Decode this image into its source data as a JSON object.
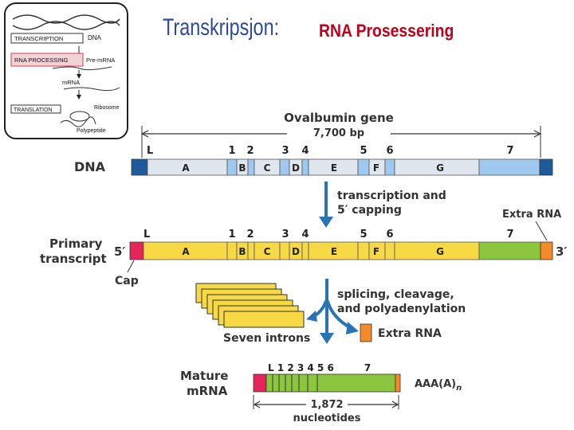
{
  "title": {
    "main": "Transkripsjon:",
    "sub": "RNA Prosessering"
  },
  "inset": {
    "transcription": "TRANSCRIPTION",
    "dna": "DNA",
    "rna_processing": "RNA PROCESSING",
    "pre_mrna": "Pre-mRNA",
    "mrna": "mRNA",
    "translation": "TRANSLATION",
    "ribosome": "Ribosome",
    "polypeptide": "Polypeptide"
  },
  "gene": {
    "name": "Ovalbumin gene",
    "length": "7,700 bp"
  },
  "exon_labels": [
    "L",
    "1",
    "2",
    "3",
    "4",
    "5",
    "6",
    "7"
  ],
  "intron_labels": [
    "A",
    "B",
    "C",
    "D",
    "E",
    "F",
    "G"
  ],
  "rows": {
    "dna": "DNA",
    "primary_1": "Primary",
    "primary_2": "transcript",
    "five_prime": "5′",
    "three_prime": "3′",
    "cap": "Cap",
    "extra_rna_top": "Extra RNA",
    "mature_1": "Mature",
    "mature_2": "mRNA"
  },
  "steps": {
    "step1_line1": "transcription and",
    "step1_line2": "5′ capping",
    "step2_line1": "splicing, cleavage,",
    "step2_line2": "and polyadenylation",
    "extra_rna": "Extra RNA",
    "seven_introns": "Seven introns"
  },
  "mature": {
    "labels": "L 1 2 3 4 5 6",
    "seven": "7",
    "tail": "AAA(A)",
    "tail_sub": "n",
    "length": "1,872",
    "unit": "nucleotides"
  },
  "colors": {
    "title_blue": "#2c4a9a",
    "title_red": "#c0001a",
    "dna_exon": "#9fc8ee",
    "dna_intron": "#dfe6ee",
    "dna_end": "#1e5a9c",
    "rna_intron": "#f6d944",
    "rna_exon": "#f6d944",
    "rna_exon7": "#8cc63f",
    "cap": "#e5245a",
    "tail": "#f58a2a",
    "arrow": "#2a74b6"
  }
}
